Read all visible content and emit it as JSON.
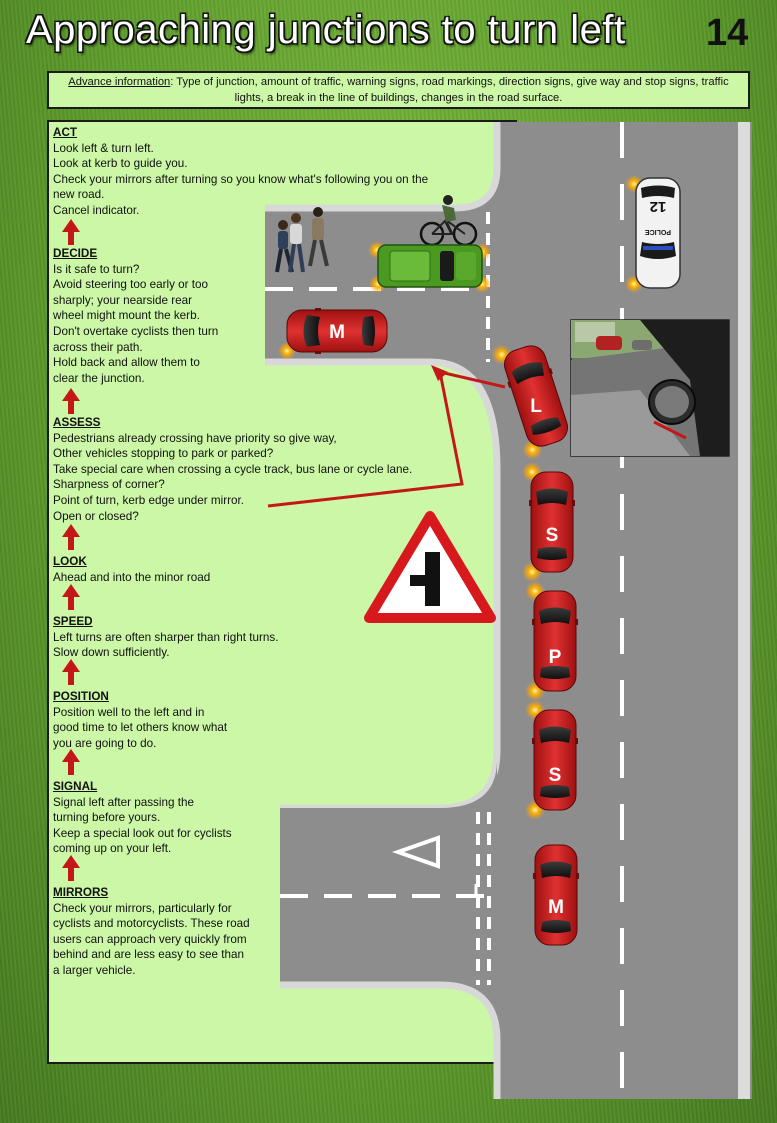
{
  "title": "Approaching junctions to turn left",
  "page_number": "14",
  "advance": {
    "label": "Advance information",
    "text": ": Type of junction, amount of traffic, warning signs, road markings, direction signs, give way and stop signs, traffic lights, a break in the line of buildings, changes in the road surface."
  },
  "steps": [
    {
      "title": "ACT",
      "lines": [
        "Look left & turn left.",
        "Look at kerb to guide you.",
        "Check your mirrors after turning so you know what's following you on the",
        "new road.",
        "Cancel indicator."
      ]
    },
    {
      "title": "DECIDE",
      "lines": [
        "Is it safe to turn?",
        "Avoid steering too early or too",
        "sharply; your nearside rear",
        "wheel might mount the kerb.",
        "Don't overtake cyclists then turn",
        "across their path.",
        "Hold back and allow them to",
        "clear the junction."
      ]
    },
    {
      "title": "ASSESS",
      "lines": [
        "Pedestrians already crossing have priority so give way,",
        "Other vehicles stopping to park or parked?",
        "Take special care when crossing a cycle track, bus lane or cycle lane.",
        "Sharpness of corner?",
        "Point of turn, kerb edge under mirror.",
        "Open or closed?"
      ]
    },
    {
      "title": "LOOK",
      "lines": [
        "Ahead and into the minor road"
      ]
    },
    {
      "title": "SPEED",
      "lines": [
        "Left turns are often sharper than right turns.",
        "Slow down sufficiently."
      ]
    },
    {
      "title": "POSITION",
      "lines": [
        "Position well to the left and in",
        "good time to let others know what",
        "you are going to do."
      ]
    },
    {
      "title": "SIGNAL",
      "lines": [
        "Signal left after passing the",
        "turning before yours.",
        "Keep a special look out for cyclists",
        "coming up on your left."
      ]
    },
    {
      "title": "MIRRORS",
      "lines": [
        "Check your mirrors, particularly for",
        "cyclists and motorcyclists. These road",
        "users can approach very quickly from",
        "behind and are less easy to see than",
        "a larger vehicle."
      ]
    }
  ],
  "cars": {
    "mirrors_letter": "M",
    "signal_letter": "S",
    "position_letter": "P",
    "speed_letter": "S",
    "look_letter": "L",
    "minor_road_letter": "M",
    "police_number": "12",
    "police_label": "POLICE"
  },
  "colors": {
    "panel": "#ccf7a6",
    "road": "#8d8d8d",
    "car": "#d32424",
    "arrow": "#c41818",
    "sign_border": "#d7191e"
  }
}
